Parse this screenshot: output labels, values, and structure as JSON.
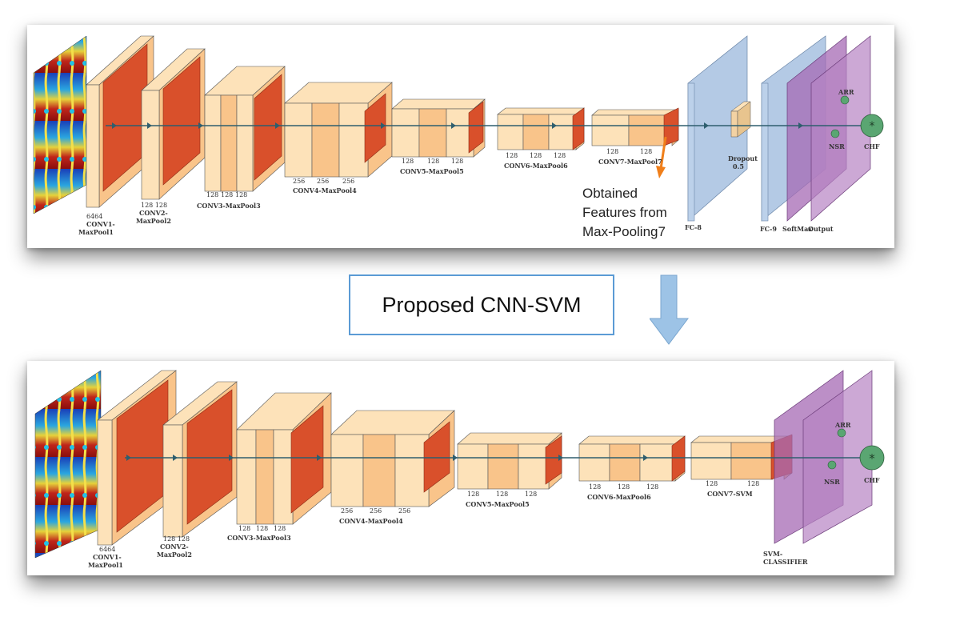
{
  "top": {
    "blocks": [
      {
        "id": "conv1",
        "name": "CONV1-",
        "name2": "MaxPool1",
        "dims": "6464"
      },
      {
        "id": "conv2",
        "name": "CONV2-",
        "name2": "MaxPool2",
        "dims": "128 128"
      },
      {
        "id": "conv3",
        "name": "CONV3-MaxPool3",
        "dims": [
          "128",
          "128",
          "128"
        ]
      },
      {
        "id": "conv4",
        "name": "CONV4-MaxPool4",
        "dims": [
          "256",
          "256",
          "256"
        ]
      },
      {
        "id": "conv5",
        "name": "CONV5-MaxPool5",
        "dims": [
          "128",
          "128",
          "128"
        ]
      },
      {
        "id": "conv6",
        "name": "CONV6-MaxPool6",
        "dims": [
          "128",
          "128",
          "128"
        ]
      },
      {
        "id": "conv7",
        "name": "CONV7-MaxPool7",
        "dims": [
          "128",
          "128"
        ]
      }
    ],
    "fc8": "FC-8",
    "dropout": "Dropout",
    "dropout_value": "0.5",
    "fc9": "FC-9",
    "softmax": "SoftMax",
    "output": "Output",
    "classes": [
      "ARR",
      "NSR",
      "CHF"
    ],
    "annotation": [
      "Obtained",
      "Features from",
      "Max-Pooling7"
    ]
  },
  "middle": {
    "label": "Proposed CNN-SVM",
    "arrow_color": "#9dc3e6"
  },
  "bottom": {
    "blocks": [
      {
        "id": "conv1",
        "name": "CONV1-",
        "name2": "MaxPool1",
        "dims": "6464"
      },
      {
        "id": "conv2",
        "name": "CONV2-",
        "name2": "MaxPool2",
        "dims": "128 128"
      },
      {
        "id": "conv3",
        "name": "CONV3-MaxPool3",
        "dims": [
          "128",
          "128",
          "128"
        ]
      },
      {
        "id": "conv4",
        "name": "CONV4-MaxPool4",
        "dims": [
          "256",
          "256",
          "256"
        ]
      },
      {
        "id": "conv5",
        "name": "CONV5-MaxPool5",
        "dims": [
          "128",
          "128",
          "128"
        ]
      },
      {
        "id": "conv6",
        "name": "CONV6-MaxPool6",
        "dims": [
          "128",
          "128",
          "128"
        ]
      },
      {
        "id": "conv7",
        "name": "CONV7-SVM",
        "dims": [
          "128",
          "128"
        ]
      }
    ],
    "svm": "SVM-",
    "svm2": "CLASSIFIER",
    "classes": [
      "ARR",
      "NSR",
      "CHF"
    ]
  },
  "colors": {
    "block_light": "#fde2b9",
    "block_mid": "#f9c48a",
    "block_red": "#d9502b",
    "fc_blue": "#a7c1e0",
    "purple": "#a56ab4",
    "output_green": "#5aa672",
    "flow_line": "#2e5e6e",
    "arrow_orange": "#f07f1a"
  }
}
